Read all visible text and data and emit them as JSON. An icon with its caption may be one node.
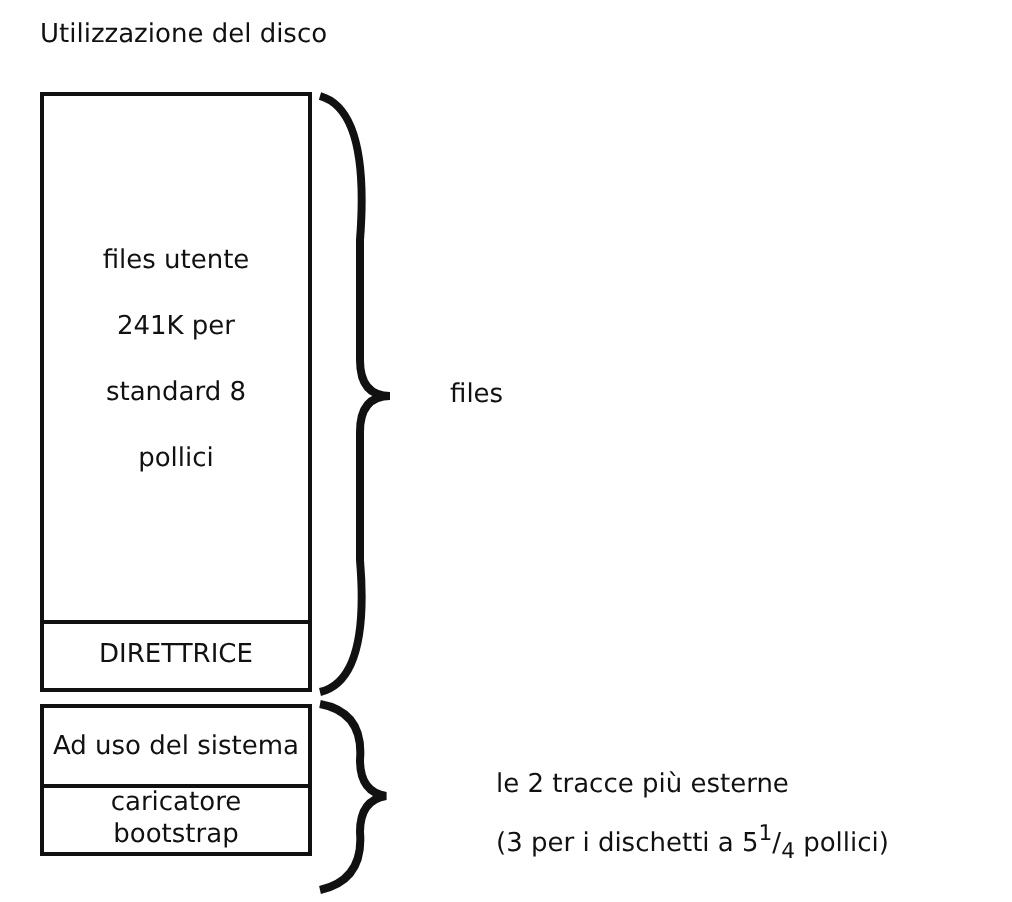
{
  "diagram": {
    "title": "Utilizzazione del disco",
    "nodes": [
      {
        "text": [
          "files utente 241K per standard 8 pollici"
        ]
      },
      {
        "text": [
          "DIRETTRICE"
        ]
      },
      {
        "text": [
          "Ad uso del sistema"
        ]
      },
      {
        "text": [
          "caricatore bootstrap"
        ]
      }
    ],
    "edges": [],
    "labels": [
      "files",
      "le 2 tracce più esterne",
      "(3 per i dischetti a 5$^{1}$/$_{4}$ pollici)"
    ]
  }
}
